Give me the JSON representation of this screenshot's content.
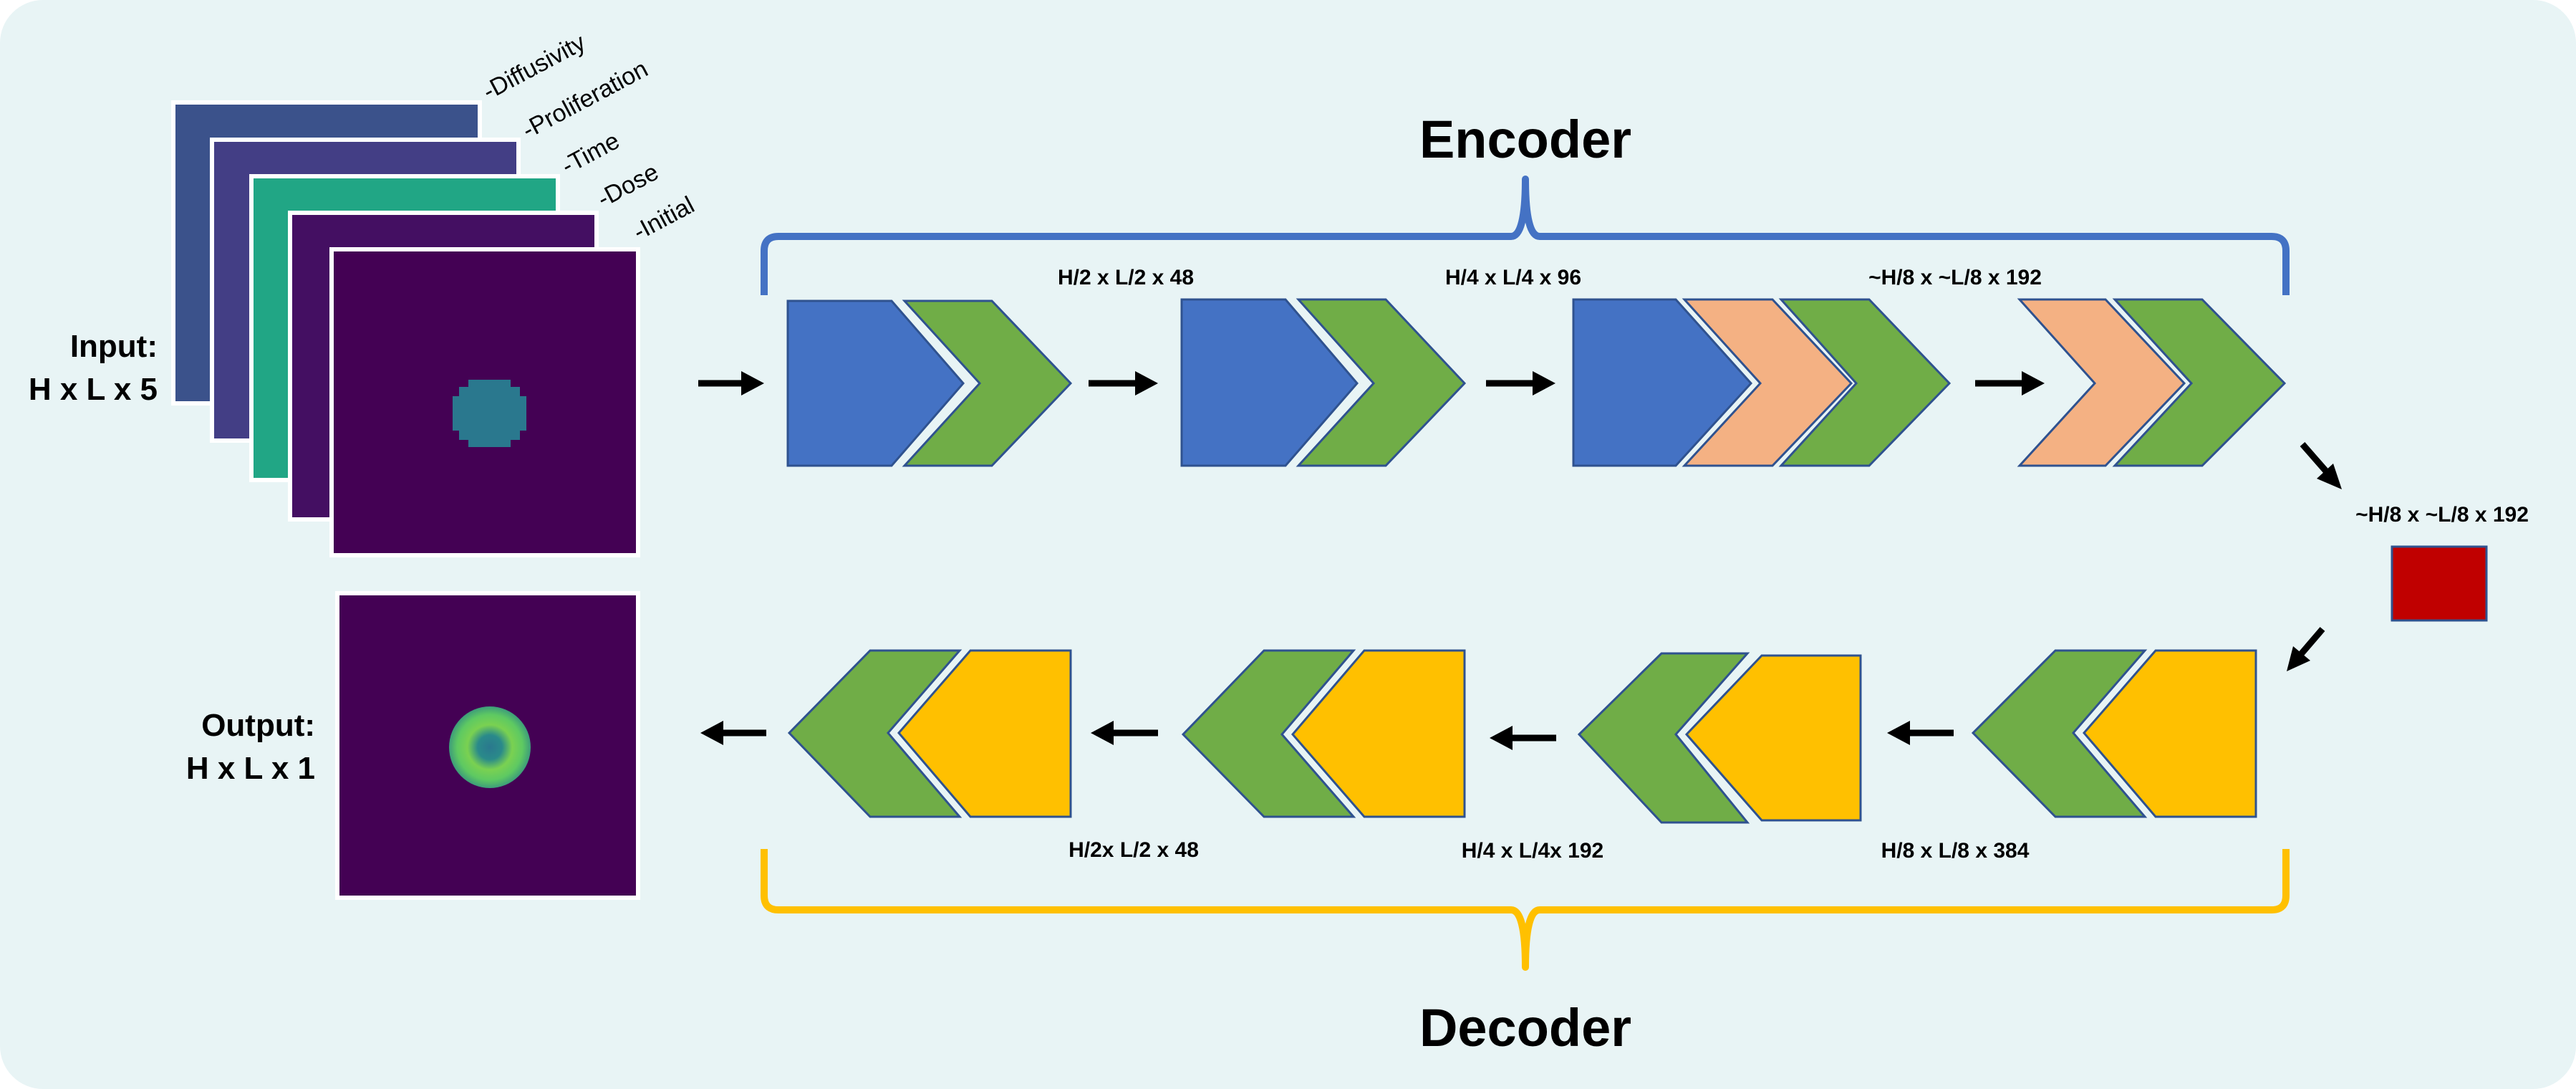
{
  "title_encoder": "Encoder",
  "title_decoder": "Decoder",
  "input": {
    "label_1": "Input:",
    "label_2": "H x L x 5",
    "channels": [
      "-Diffusivity",
      "-Proliferation",
      "-Time",
      "-Dose",
      "-Initial"
    ]
  },
  "output": {
    "label_1": "Output:",
    "label_2": "H x L x 1"
  },
  "encoder_dims": [
    "H/2 x L/2 x 48",
    "H/4 x L/4 x 96",
    "~H/8 x ~L/8 x 192"
  ],
  "bottleneck_dim": "~H/8 x ~L/8 x 192",
  "decoder_dims": [
    "H/2x L/2 x 48",
    "H/4 x L/4x 192",
    "H/8 x L/8 x 384"
  ],
  "colors": {
    "background": "#e8f4f5",
    "blue_block": "#4472c4",
    "green_chevron": "#70ad47",
    "orange_chevron": "#f4b183",
    "yellow_block": "#ffc000",
    "bottleneck": "#c00000",
    "encoder_brace": "#4472c4",
    "decoder_brace": "#ffc000",
    "arrow": "#000000"
  },
  "channel_colors": [
    "#3b528b",
    "#433e85",
    "#21a685",
    "#440f62",
    "#440154"
  ],
  "field_colors": {
    "input_disk": "#2a788e",
    "output_ring": "#7ad151",
    "output_center": "#2a788e"
  }
}
